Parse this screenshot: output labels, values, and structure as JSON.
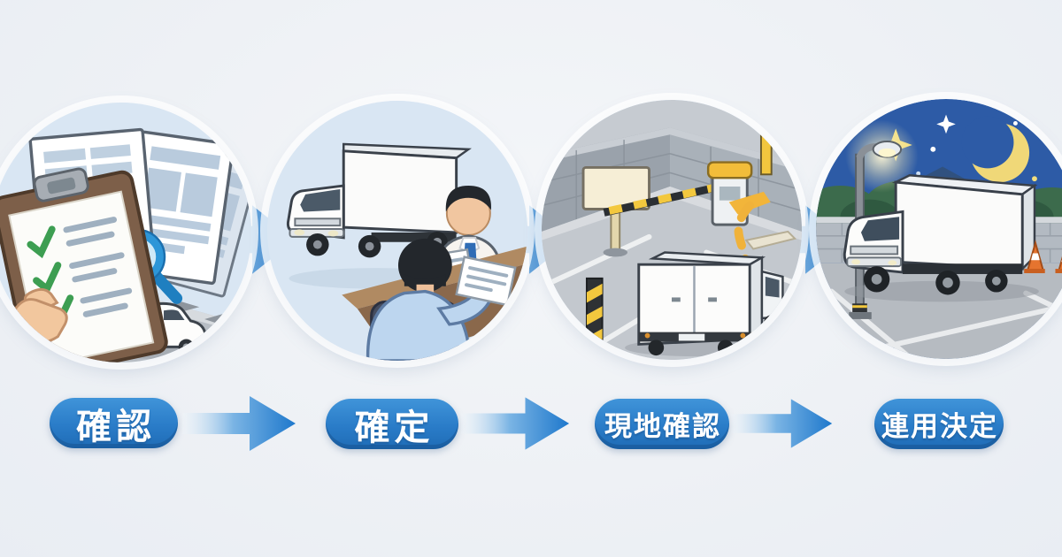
{
  "figure": {
    "type": "process-flow-infographic",
    "language": "ja",
    "background_color": "#eef1f5",
    "circle_fill": "#d9e6f3",
    "pill_color": "#2a7cc8",
    "pill_text_color": "#ffffff",
    "arrow_gradient": [
      "#eaf3fb",
      "#1a72c8"
    ],
    "night_sky_color": "#2d5ba6"
  },
  "steps": [
    {
      "label": "確認",
      "illustration": "clipboard-checklist-documents-magnifier-parked-car"
    },
    {
      "label": "確定",
      "illustration": "box-truck-and-contract-meeting-two-people-at-desk"
    },
    {
      "label": "現地確認",
      "illustration": "parking-gate-barrier-route-check-truck"
    },
    {
      "label": "連用決定",
      "illustration": "truck-parked-at-night-moon-streetlight-cones"
    }
  ]
}
